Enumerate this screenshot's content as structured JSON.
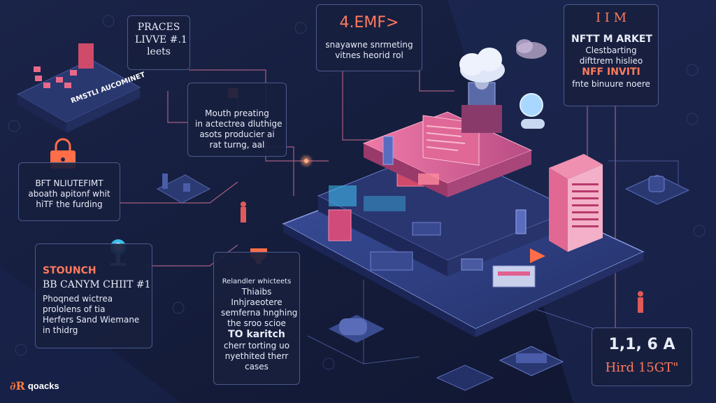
{
  "colors": {
    "background": "#141c38",
    "panel_border": "#4a5a8c",
    "accent_coral": "#ff7a5c",
    "accent_pink": "#e0608e",
    "accent_cyan": "#3fd0ff",
    "platform": "#2a3a70"
  },
  "cards": {
    "places": {
      "line1": "PRACES",
      "line2": "LIVVE #.1",
      "line3": "leets"
    },
    "emf": {
      "title": "4.EMF>",
      "line1": "snayawne snrmeting",
      "line2": "vitnes heorid rol"
    },
    "nft_market": {
      "top": "I I M",
      "title": "NFTT M ARKET",
      "line1": "Clestbarting",
      "line2": "difttrem hislieo",
      "line3": "NFF INVITI",
      "line4": "fnte binuure noere"
    },
    "mouth": {
      "line1": "Mouth preating",
      "line2": "in actectrea dluthige",
      "line3": "asots producier ai",
      "line4": "rat turng, aal"
    },
    "bft": {
      "line1": "BFT NLIUTEFIMT",
      "line2": "aboath apitonf whit",
      "line3": "hiTF the furding"
    },
    "stounch": {
      "title": "STOUNCH",
      "line1": "BB CANYM CHIIT #1",
      "line2": "Phoqned wictrea",
      "line3": "prololens of tia",
      "line4": "Herfers Sand Wiemane",
      "line5": "in thidrg"
    },
    "relander": {
      "line1": "Relandler whicteets",
      "line2": "Thiaibs",
      "line3": "Inhjraeotere",
      "line4": "semferna hnghing",
      "line5": "the sroo scioe",
      "line6": "TO karitch",
      "line7": "cherr torting uo",
      "line8": "nyethited therr",
      "line9": "cases"
    },
    "hird": {
      "line1": "1,1, 6 A",
      "line2": "Hird 15GT\""
    }
  },
  "platform_label": "RMSTLI AUCOMINET",
  "logo": {
    "mark": "∂R",
    "name": "qoacks"
  },
  "icons": [
    "lock-icon",
    "cloud-icon",
    "robot-icon",
    "server-icon",
    "shield-icon",
    "chip-icon"
  ]
}
